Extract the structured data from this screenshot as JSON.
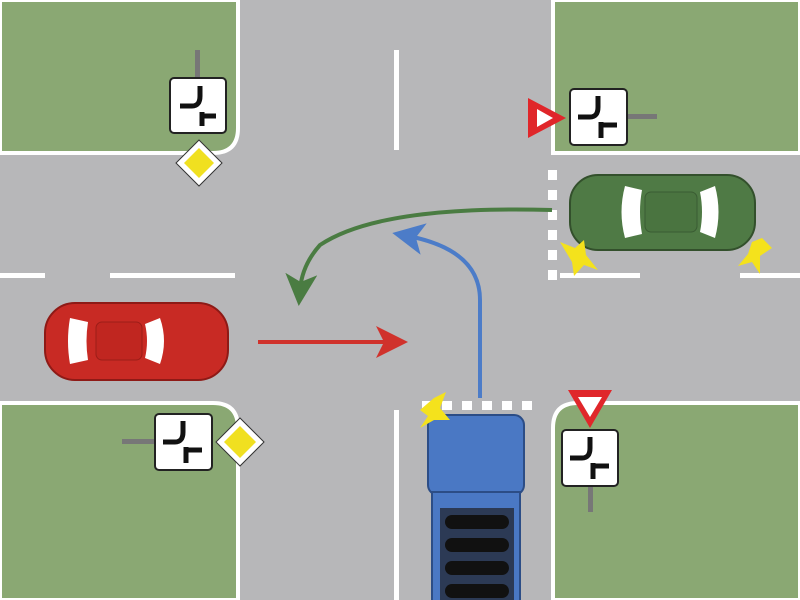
{
  "scene": {
    "colors": {
      "road": "#b7b7b9",
      "grass": "#8aa873",
      "marking": "#ffffff",
      "red_car": "#c82a24",
      "green_car": "#4f7a45",
      "blue_truck": "#4a78c4",
      "red_arrow": "#d0322c",
      "green_arrow": "#4a7c42",
      "blue_arrow": "#4c7cc8",
      "indicator": "#f4e21c",
      "priority_sign": "#f0e020",
      "yield_border": "#e0262a"
    },
    "signs": [
      {
        "corner": "top-left",
        "icon": "priority-road-sign",
        "plate": "road-layout-plate"
      },
      {
        "corner": "top-right",
        "icon": "yield-sign",
        "plate": "road-layout-plate"
      },
      {
        "corner": "bottom-left",
        "icon": "priority-road-sign",
        "plate": "road-layout-plate"
      },
      {
        "corner": "bottom-right",
        "icon": "yield-sign",
        "plate": "road-layout-plate"
      }
    ],
    "vehicles": [
      {
        "id": "red-car",
        "direction": "straight",
        "indicator": "none"
      },
      {
        "id": "green-car",
        "direction": "left-turn",
        "indicator": "left"
      },
      {
        "id": "blue-truck",
        "direction": "left-turn",
        "indicator": "left"
      }
    ]
  }
}
